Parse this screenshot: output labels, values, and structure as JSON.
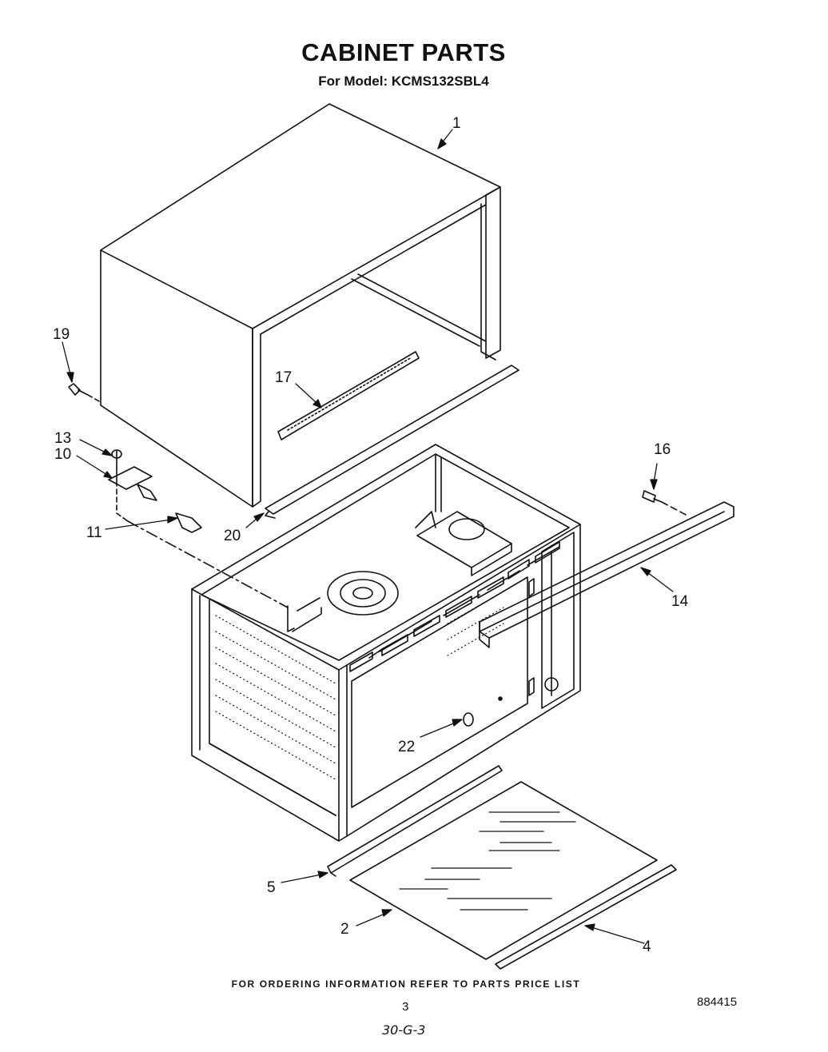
{
  "header": {
    "title": "CABINET PARTS",
    "subtitle": "For Model: KCMS132SBL4"
  },
  "parts": [
    {
      "id": "part-1",
      "label": "1"
    },
    {
      "id": "part-19",
      "label": "19"
    },
    {
      "id": "part-17",
      "label": "17"
    },
    {
      "id": "part-13",
      "label": "13"
    },
    {
      "id": "part-10",
      "label": "10"
    },
    {
      "id": "part-16",
      "label": "16"
    },
    {
      "id": "part-11",
      "label": "11"
    },
    {
      "id": "part-20",
      "label": "20"
    },
    {
      "id": "part-14",
      "label": "14"
    },
    {
      "id": "part-22",
      "label": "22"
    },
    {
      "id": "part-5",
      "label": "5"
    },
    {
      "id": "part-2",
      "label": "2"
    },
    {
      "id": "part-4",
      "label": "4"
    }
  ],
  "footer": {
    "ordering_note": "FOR ORDERING INFORMATION REFER TO PARTS PRICE LIST",
    "page_number": "3",
    "document_number": "884415",
    "handwritten_note": "30-G-3"
  }
}
